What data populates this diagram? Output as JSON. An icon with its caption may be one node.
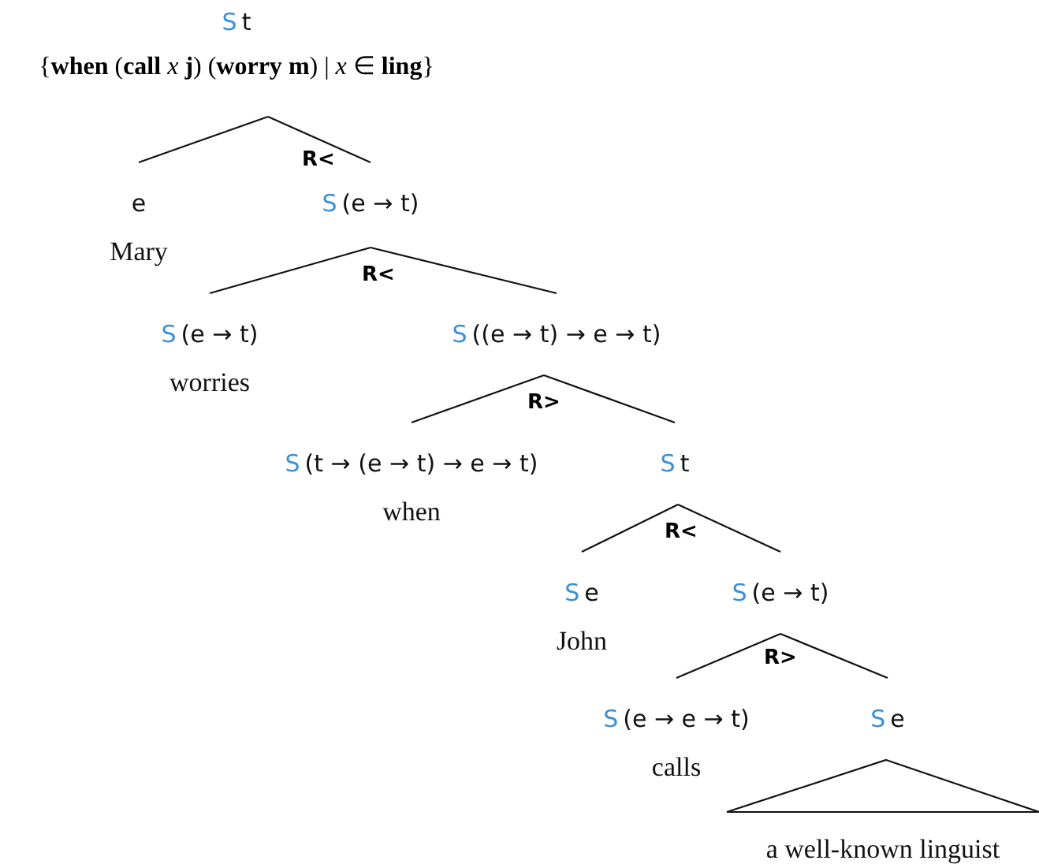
{
  "diagram": {
    "nodes": [
      {
        "text": [
          "S",
          "t",
          "{**when** (**call** *x* **j**) (**worry** **m**) | *x* ∈ **ling**}"
        ]
      },
      {
        "text": [
          "e",
          "Mary"
        ]
      },
      {
        "text": [
          "S",
          "(e → t)"
        ]
      },
      {
        "text": [
          "S",
          "(e → t)",
          "worries"
        ]
      },
      {
        "text": [
          "S",
          "((e → t) → e → t)"
        ]
      },
      {
        "text": [
          "S",
          "(t → (e → t) → e → t)",
          "when"
        ]
      },
      {
        "text": [
          "S",
          "t"
        ]
      },
      {
        "text": [
          "S",
          "e",
          "John"
        ]
      },
      {
        "text": [
          "S",
          "(e → t)"
        ]
      },
      {
        "text": [
          "S",
          "(e → e → t)",
          "calls"
        ]
      },
      {
        "text": [
          "S",
          "e"
        ]
      },
      {
        "text": [
          "a well-known linguist"
        ]
      }
    ],
    "edges": [
      {
        "from": 0,
        "to": 1,
        "arrow": "none"
      },
      {
        "from": 0,
        "to": 2,
        "arrow": "none"
      },
      {
        "from": 2,
        "to": 3,
        "arrow": "none"
      },
      {
        "from": 2,
        "to": 4,
        "arrow": "none"
      },
      {
        "from": 4,
        "to": 5,
        "arrow": "none"
      },
      {
        "from": 4,
        "to": 6,
        "arrow": "none"
      },
      {
        "from": 6,
        "to": 7,
        "arrow": "none"
      },
      {
        "from": 6,
        "to": 8,
        "arrow": "none"
      },
      {
        "from": 8,
        "to": 9,
        "arrow": "none"
      },
      {
        "from": 8,
        "to": 10,
        "arrow": "none"
      },
      {
        "from": 10,
        "to": 11,
        "arrow": "none"
      }
    ],
    "labels": [
      "R<",
      "R<",
      "R>",
      "R<",
      "R>"
    ]
  }
}
